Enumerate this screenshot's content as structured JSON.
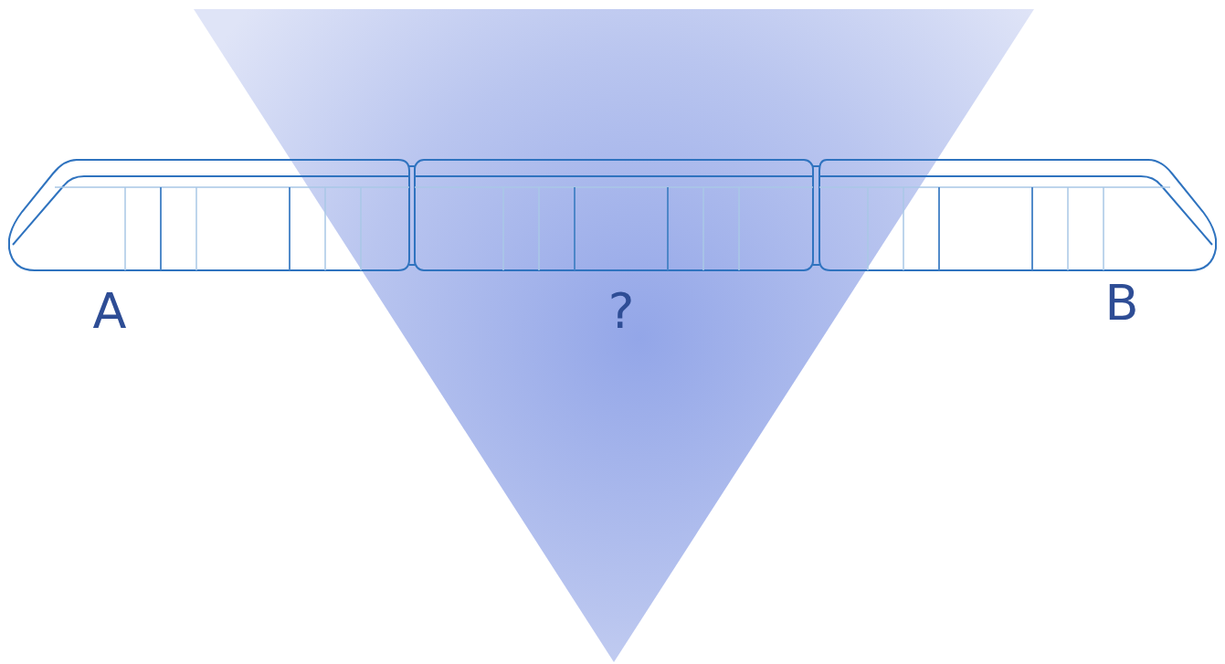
{
  "diagram": {
    "labels": [
      "A",
      "?",
      "B"
    ]
  }
}
